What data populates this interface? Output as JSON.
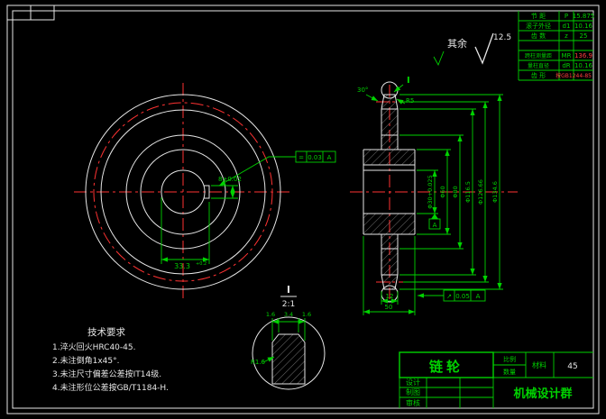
{
  "colors": {
    "line_white": "#e6e6e6",
    "line_red": "#ff3232",
    "line_green": "#00d200",
    "background": "#000000"
  },
  "drawing": {
    "surface_note": {
      "prefix": "其余",
      "value": "12.5"
    },
    "param_table": {
      "rows": [
        {
          "label": "节 距",
          "sym": "P",
          "value": "15.875"
        },
        {
          "label": "滚子外径",
          "sym": "d1",
          "value": "10.16"
        },
        {
          "label": "齿 数",
          "sym": "z",
          "value": "25"
        },
        {
          "label": "",
          "sym": "",
          "value": ""
        },
        {
          "label": "跨柱测量距",
          "sym": "MR",
          "value": "136.9"
        },
        {
          "label": "量柱直径",
          "sym": "dR",
          "value": "10.16"
        },
        {
          "label": "齿 形",
          "sym": "",
          "value": "按GB1244-85"
        }
      ]
    },
    "tech_req": {
      "title": "技术要求",
      "items": [
        "1.淬火回火HRC40-45.",
        "2.未注倒角1x45°.",
        "3.未注尺寸偏差公差按IT14级.",
        "4.未注形位公差按GB/T1184-H."
      ]
    },
    "front_view": {
      "dim_keyway_depth": "33.3",
      "dim_keyway_depth_tol": "+0.2",
      "dim_keyway_width": "8±0.02",
      "fcf": {
        "sym": "=",
        "tol": "0.03",
        "datum": "A"
      }
    },
    "section_view": {
      "dims": [
        "Φ30+0.025",
        "Φ60",
        "Φ80",
        "Φ116.5",
        "Φ126.66",
        "Φ134.6"
      ],
      "dim_width": "12",
      "dim_length": "50",
      "radius_label": "R5",
      "angle_label": "30°",
      "detail_callout": "I",
      "datum": "A",
      "fcf": {
        "sym": "↗",
        "tol": "0.05",
        "datum": "A"
      }
    },
    "detail_view": {
      "callout": "I",
      "scale": "2:1",
      "dim_left": "1.6",
      "dim_center": "3.4",
      "dim_right": "1.6",
      "radius_label": "R1.6"
    },
    "title_block": {
      "part_name": "链轮",
      "org": "机械设计群",
      "material_label": "材料",
      "material_value": "45",
      "scale_label": "比例",
      "qty_label": "数量",
      "design_label": "设计",
      "draft_label": "制图",
      "check_label": "审核"
    }
  }
}
